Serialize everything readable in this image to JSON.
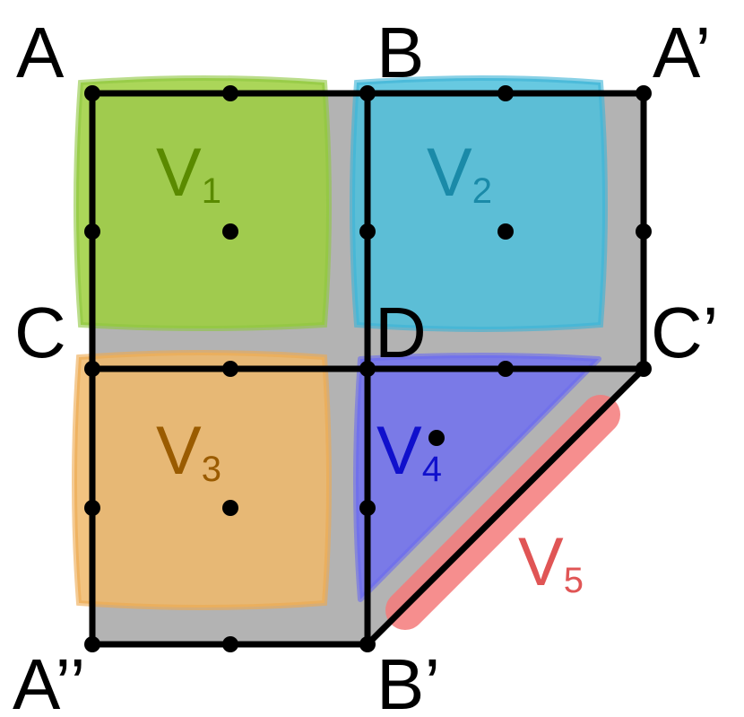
{
  "corner_labels": {
    "A": "A",
    "B": "B",
    "A_prime": "A’",
    "C": "C",
    "D": "D",
    "C_prime": "C’",
    "A_double_prime": "A’’",
    "B_prime": "B’"
  },
  "regions": [
    {
      "letter": "V",
      "subscript": "1",
      "fill": "#9ccf3c",
      "stroke": "#8dc63f",
      "text_color": "#5a8a00"
    },
    {
      "letter": "V",
      "subscript": "2",
      "fill": "#4cc0dc",
      "stroke": "#3bb2d6",
      "text_color": "#1a8aa8"
    },
    {
      "letter": "V",
      "subscript": "3",
      "fill": "#f0b86a",
      "stroke": "#eda94e",
      "text_color": "#9a5b00"
    },
    {
      "letter": "V",
      "subscript": "4",
      "fill": "#7070f0",
      "stroke": "#6a6aee",
      "text_color": "#1010cc"
    },
    {
      "letter": "V",
      "subscript": "5",
      "fill": "#f47a7a",
      "stroke": "#f06a6a",
      "text_color": "#e05555"
    }
  ],
  "colors": {
    "polygon_fill": "#b3b3b3",
    "edge": "#000000",
    "node": "#000000"
  }
}
